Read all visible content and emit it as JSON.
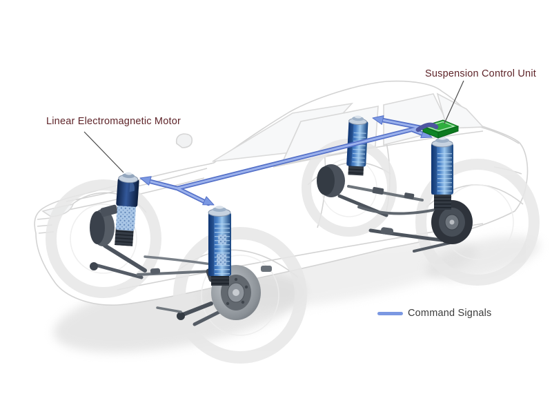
{
  "labels": {
    "motor": "Linear Electromagnetic Motor",
    "control_unit": "Suspension Control Unit"
  },
  "legend": {
    "items": [
      {
        "label": "Command Signals",
        "swatch_color": "#7b98e2"
      }
    ]
  },
  "colors": {
    "command_signal_blue": "#7b98e2",
    "command_signal_dark": "#5470c8",
    "command_signal_light": "#9cb2ec",
    "control_unit_green": "#2fae3e",
    "control_unit_green_dark": "#0e8526",
    "control_unit_green_side": "#0c7a1f",
    "label_text": "#5e2429",
    "legend_text": "#3b3b3b",
    "strut_blue": "#4a82c8",
    "strut_navy": "#1c3c74",
    "ghost_line": "#d3d3d3"
  },
  "components": [
    "car-body-ghost",
    "linear-electromagnetic-motor-strut-front-left",
    "linear-electromagnetic-motor-strut-front-right",
    "linear-electromagnetic-motor-strut-rear-left",
    "linear-electromagnetic-motor-strut-rear-right",
    "suspension-control-unit",
    "command-signal-lines"
  ]
}
